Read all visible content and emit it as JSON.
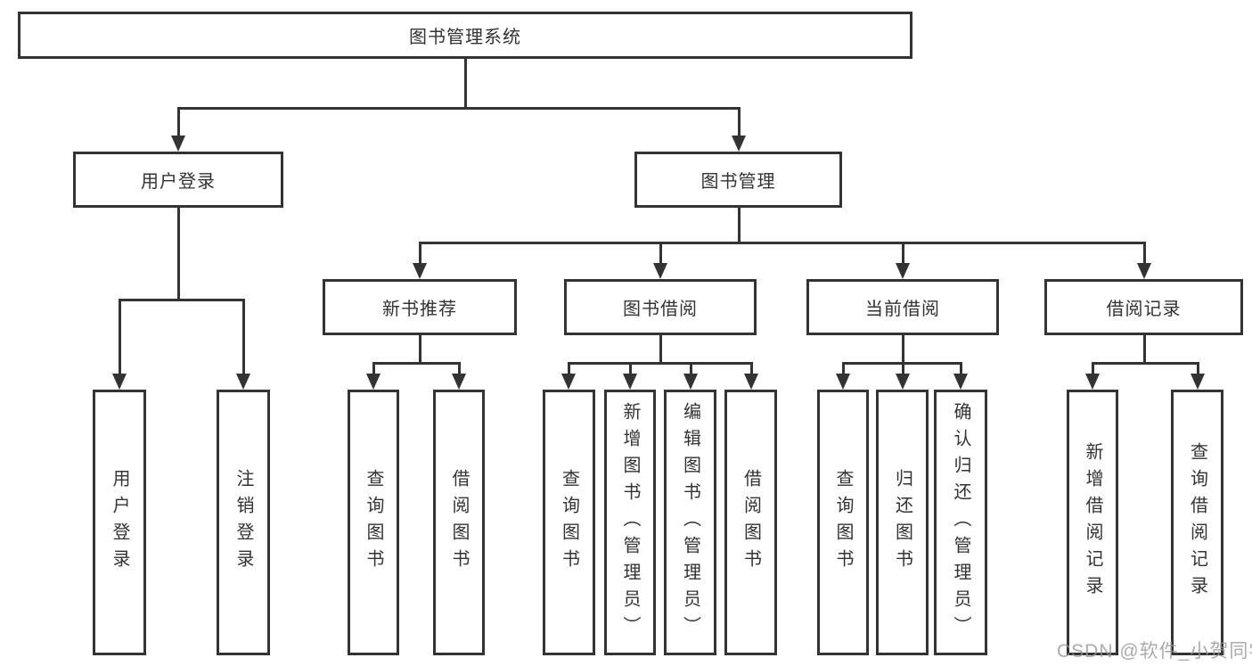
{
  "diagram": {
    "root": {
      "label": "图书管理系统"
    },
    "level2": [
      {
        "label": "用户登录"
      },
      {
        "label": "图书管理"
      }
    ],
    "level3": [
      {
        "label": "新书推荐"
      },
      {
        "label": "图书借阅"
      },
      {
        "label": "当前借阅"
      },
      {
        "label": "借阅记录"
      }
    ],
    "leaves": {
      "user_login": [
        {
          "label": "用户登录"
        },
        {
          "label": "注销登录"
        }
      ],
      "new_book_recommend": [
        {
          "label": "查询图书"
        },
        {
          "label": "借阅图书"
        }
      ],
      "book_borrowing": [
        {
          "label": "查询图书"
        },
        {
          "label": "新增图书（管理员）"
        },
        {
          "label": "编辑图书（管理员）"
        },
        {
          "label": "借阅图书"
        }
      ],
      "current_borrowing": [
        {
          "label": "查询图书"
        },
        {
          "label": "归还图书"
        },
        {
          "label": "确认归还（管理员）"
        }
      ],
      "borrowing_records": [
        {
          "label": "新增借阅记录"
        },
        {
          "label": "查询借阅记录"
        }
      ]
    }
  },
  "watermark": "CSDN @软件_小贺同学",
  "colors": {
    "line": "#333333",
    "text": "#333333",
    "background": "#ffffff",
    "watermark": "#969696"
  }
}
